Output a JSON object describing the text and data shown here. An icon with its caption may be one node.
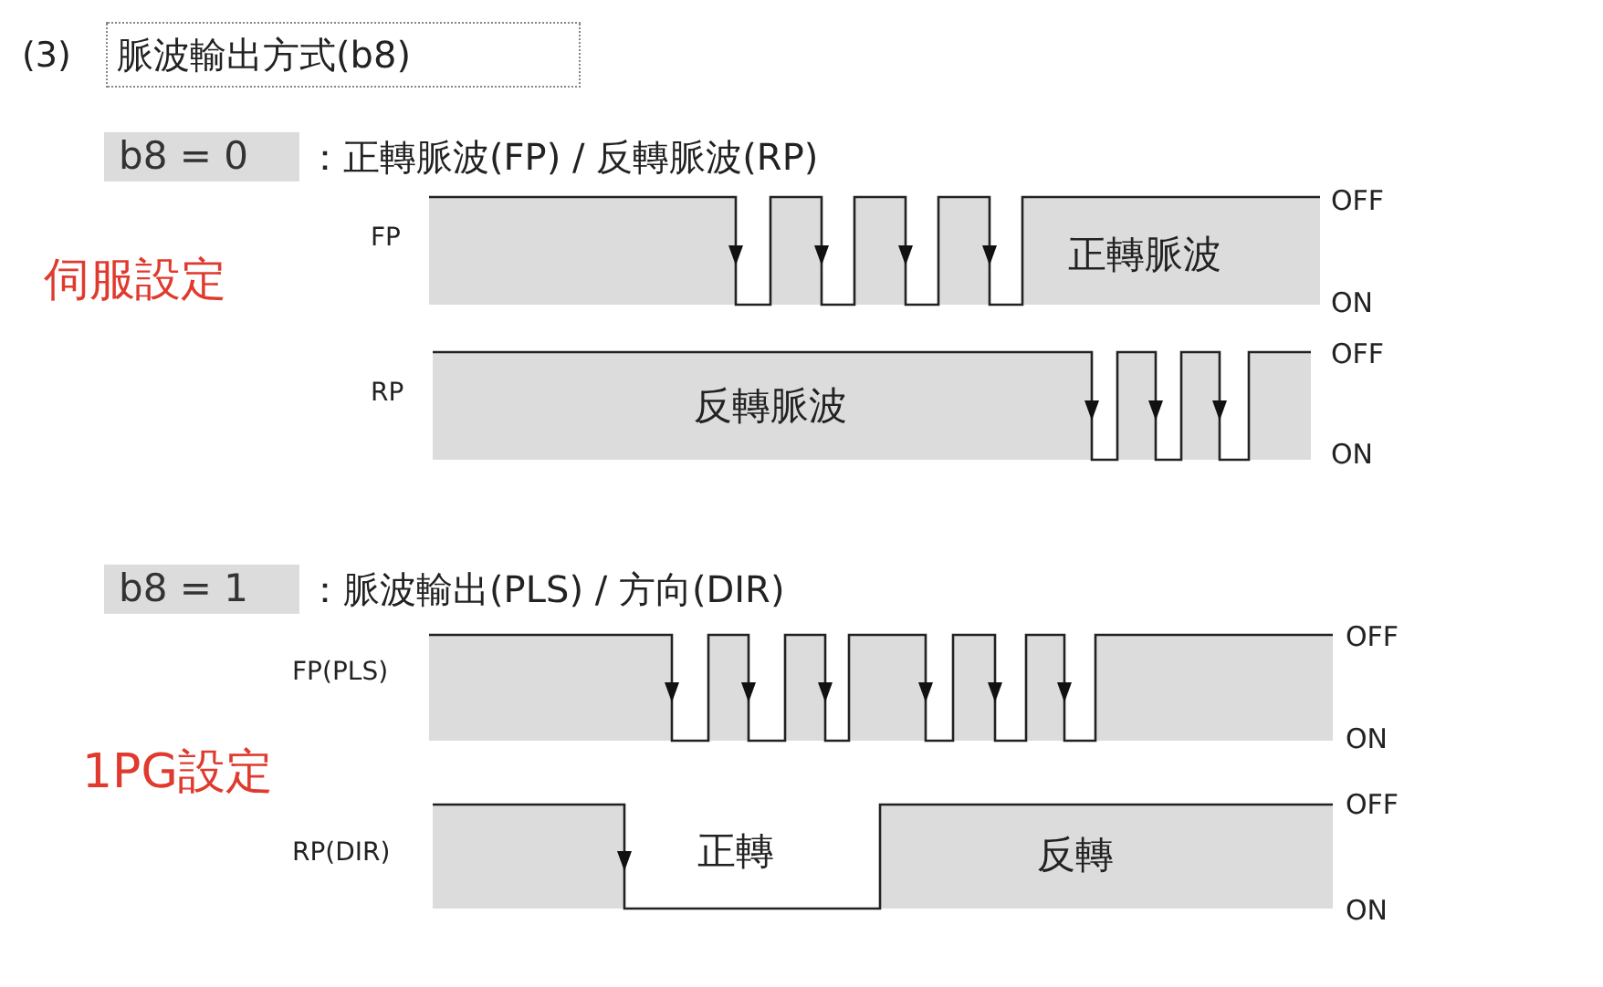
{
  "diagram": {
    "title": "脈波輸出方式(b8)",
    "labels": [
      "(3)",
      "b8 = 0",
      "：正轉脈波(FP) / 反轉脈波(RP)",
      "伺服設定",
      "FP",
      "OFF",
      "正轉脈波",
      "ON",
      "RP",
      "反轉脈波",
      "OFF",
      "ON",
      "b8 = 1",
      "：脈波輸出(PLS) / 方向(DIR)",
      "FP(PLS)",
      "OFF",
      "1PG設定",
      "ON",
      "RP(DIR)",
      "正轉",
      "反轉",
      "OFF",
      "ON"
    ]
  }
}
